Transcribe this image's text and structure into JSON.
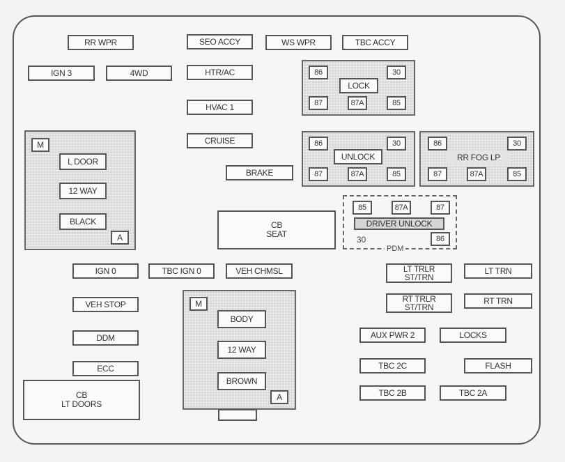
{
  "fuses": {
    "rr_wpr": "RR WPR",
    "seo_accy": "SEO ACCY",
    "ws_wpr": "WS WPR",
    "tbc_accy": "TBC ACCY",
    "ign3": "IGN 3",
    "fourwd": "4WD",
    "htr_ac": "HTR/AC",
    "hvac1": "HVAC 1",
    "cruise": "CRUISE",
    "brake": "BRAKE",
    "ign0": "IGN 0",
    "tbc_ign0": "TBC IGN 0",
    "veh_chmsl": "VEH CHMSL",
    "veh_stop": "VEH STOP",
    "ddm": "DDM",
    "ecc": "ECC",
    "lt_trlr_1": "LT TRLR",
    "lt_trlr_2": "ST/TRN",
    "lt_trn": "LT TRN",
    "rt_trlr_1": "RT TRLR",
    "rt_trlr_2": "ST/TRN",
    "rt_trn": "RT TRN",
    "aux_pwr2": "AUX PWR 2",
    "locks": "LOCKS",
    "tbc2c": "TBC 2C",
    "flash": "FLASH",
    "tbc2b": "TBC 2B",
    "tbc2a": "TBC 2A"
  },
  "breakers": {
    "cb_seat_1": "CB",
    "cb_seat_2": "SEAT",
    "cb_lt_doors_1": "CB",
    "cb_lt_doors_2": "LT DOORS"
  },
  "relays": {
    "lock": {
      "name": "LOCK",
      "p86": "86",
      "p30": "30",
      "p87": "87",
      "p87a": "87A",
      "p85": "85"
    },
    "unlock": {
      "name": "UNLOCK",
      "p86": "86",
      "p30": "30",
      "p87": "87",
      "p87a": "87A",
      "p85": "85"
    },
    "rr_fog": {
      "name": "RR FOG LP",
      "p86": "86",
      "p30": "30",
      "p87": "87",
      "p87a": "87A",
      "p85": "85"
    },
    "driver_unlock": {
      "name": "DRIVER UNLOCK",
      "p85": "85",
      "p87a": "87A",
      "p87": "87",
      "p30": "30",
      "p86": "86",
      "module": "PDM"
    }
  },
  "connectors": {
    "left": {
      "m": "M",
      "l1": "L DOOR",
      "l2": "12 WAY",
      "l3": "BLACK",
      "a": "A"
    },
    "body": {
      "m": "M",
      "l1": "BODY",
      "l2": "12 WAY",
      "l3": "BROWN",
      "a": "A"
    }
  }
}
